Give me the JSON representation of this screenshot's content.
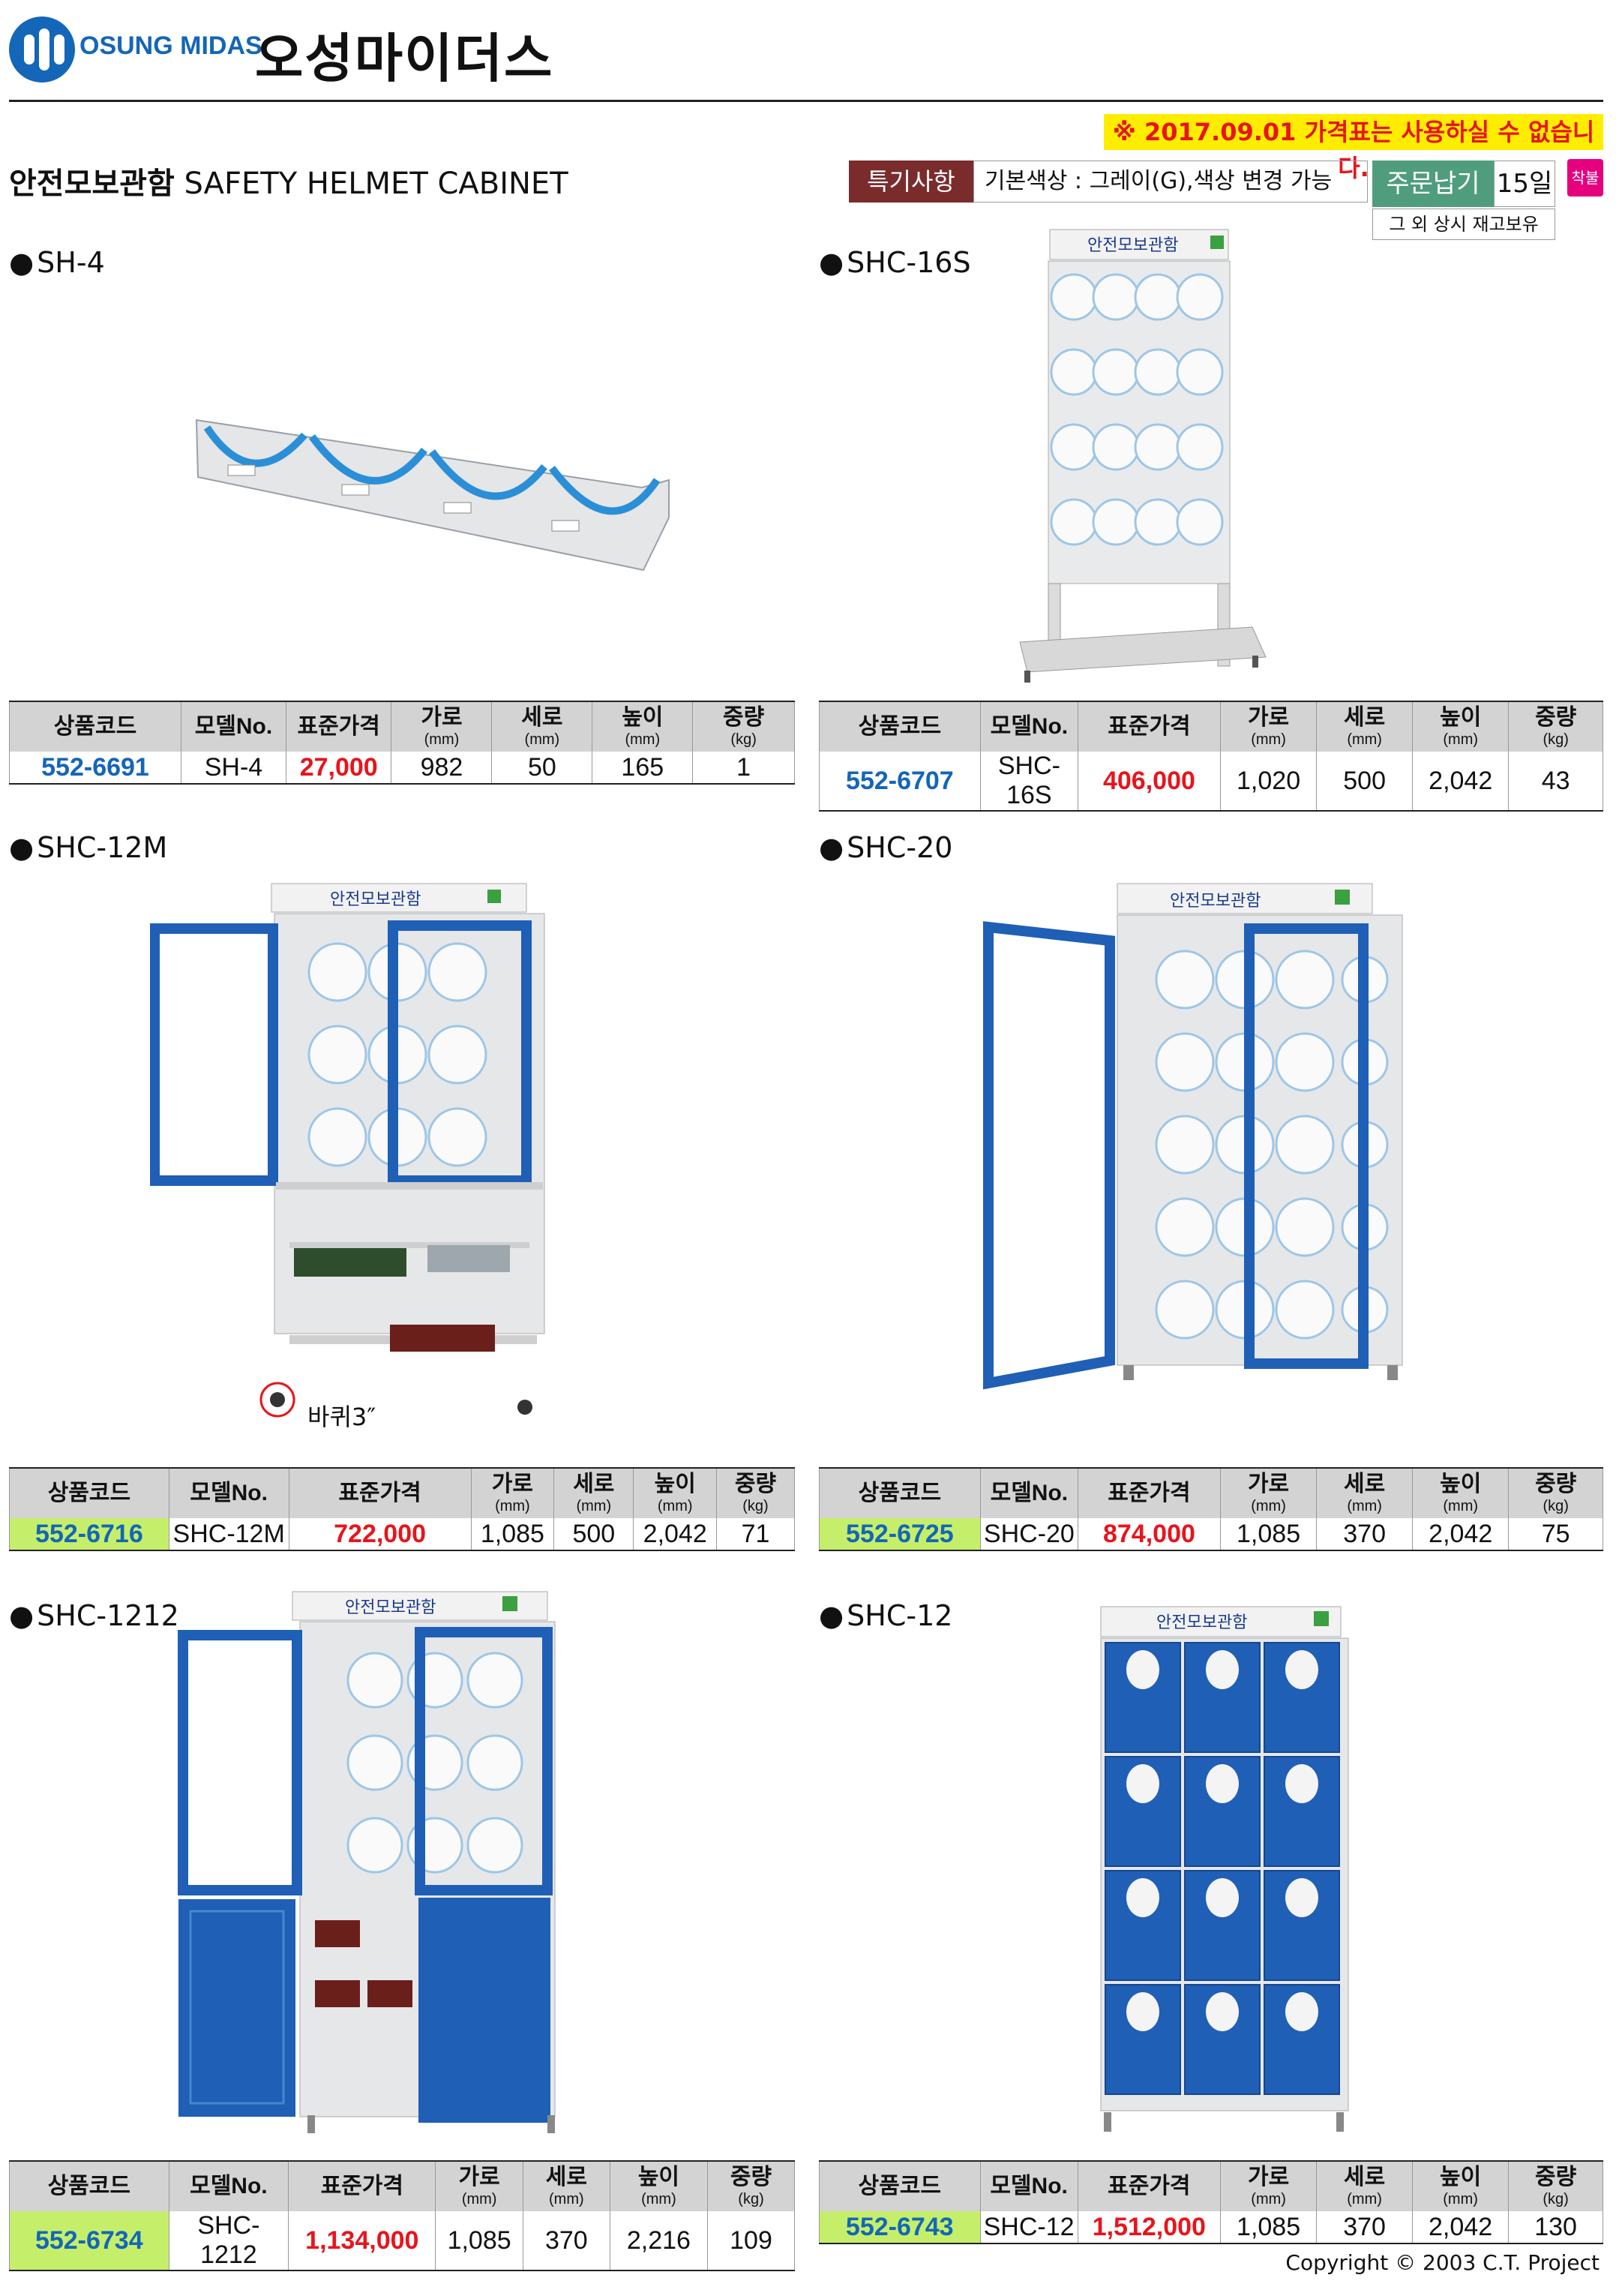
{
  "header": {
    "brand_en": "OSUNG MIDAS",
    "brand_ko": "오성마이더스",
    "logo_icon": "osung-midas-logo",
    "brand_color": "#1466b8"
  },
  "notice": "※ 2017.09.01 가격표는 사용하실 수 없습니다.",
  "page_title": {
    "ko": "안전모보관함",
    "en": "SAFETY HELMET CABINET"
  },
  "specials": {
    "label": "특기사항",
    "value": "기본색상 : 그레이(G),색상 변경 가능"
  },
  "order": {
    "label": "주문납기",
    "value": "15일",
    "sub": "그 외 상시 재고보유",
    "seal": "착불"
  },
  "table_headers": {
    "code": "상품코드",
    "model": "모델No.",
    "price": "표준가격",
    "width": "가로",
    "depth": "세로",
    "height": "높이",
    "weight": "중량",
    "unit_mm": "(mm)",
    "unit_kg": "(kg)"
  },
  "cabinet_sign": "안전모보관함",
  "products": [
    {
      "title": "SH-4",
      "code": "552-6691",
      "model": "SH-4",
      "price": "27,000",
      "width": "982",
      "depth": "50",
      "height": "165",
      "weight": "1"
    },
    {
      "title": "SHC-16S",
      "code": "552-6707",
      "model": "SHC-16S",
      "price": "406,000",
      "width": "1,020",
      "depth": "500",
      "height": "2,042",
      "weight": "43"
    },
    {
      "title": "SHC-12M",
      "code": "552-6716",
      "model": "SHC-12M",
      "price": "722,000",
      "width": "1,085",
      "depth": "500",
      "height": "2,042",
      "weight": "71",
      "callout": "바퀴3″"
    },
    {
      "title": "SHC-20",
      "code": "552-6725",
      "model": "SHC-20",
      "price": "874,000",
      "width": "1,085",
      "depth": "370",
      "height": "2,042",
      "weight": "75"
    },
    {
      "title": "SHC-1212",
      "code": "552-6734",
      "model": "SHC-1212",
      "price": "1,134,000",
      "width": "1,085",
      "depth": "370",
      "height": "2,216",
      "weight": "109"
    },
    {
      "title": "SHC-12",
      "code": "552-6743",
      "model": "SHC-12",
      "price": "1,512,000",
      "width": "1,085",
      "depth": "370",
      "height": "2,042",
      "weight": "130"
    }
  ],
  "copyright": "Copyright © 2003 C.T. Project"
}
